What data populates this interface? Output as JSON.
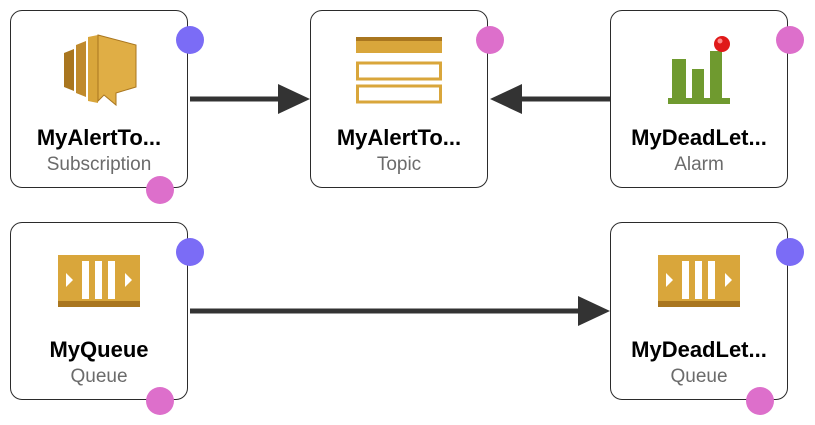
{
  "colors": {
    "node_border": "#2b2b2b",
    "edge": "#333333",
    "icon_gold": "#d9a63b",
    "icon_gold_dark": "#a9761f",
    "alarm_green": "#6f9a2f",
    "alarm_red": "#e01919",
    "port_input": "#7b6cf6",
    "port_output": "#dd6fcb",
    "type_text": "#6b6b6b"
  },
  "nodes": [
    {
      "id": "subscription",
      "name": "MyAlertTo...",
      "type": "Subscription",
      "icon": "sns-subscription-icon"
    },
    {
      "id": "topic",
      "name": "MyAlertTo...",
      "type": "Topic",
      "icon": "sns-topic-icon"
    },
    {
      "id": "alarm",
      "name": "MyDeadLet...",
      "type": "Alarm",
      "icon": "cloudwatch-alarm-icon"
    },
    {
      "id": "queue",
      "name": "MyQueue",
      "type": "Queue",
      "icon": "sqs-queue-icon"
    },
    {
      "id": "dlq",
      "name": "MyDeadLet...",
      "type": "Queue",
      "icon": "sqs-queue-icon"
    }
  ],
  "edges": [
    {
      "from": "subscription",
      "to": "topic"
    },
    {
      "from": "alarm",
      "to": "topic"
    },
    {
      "from": "queue",
      "to": "dlq"
    }
  ]
}
